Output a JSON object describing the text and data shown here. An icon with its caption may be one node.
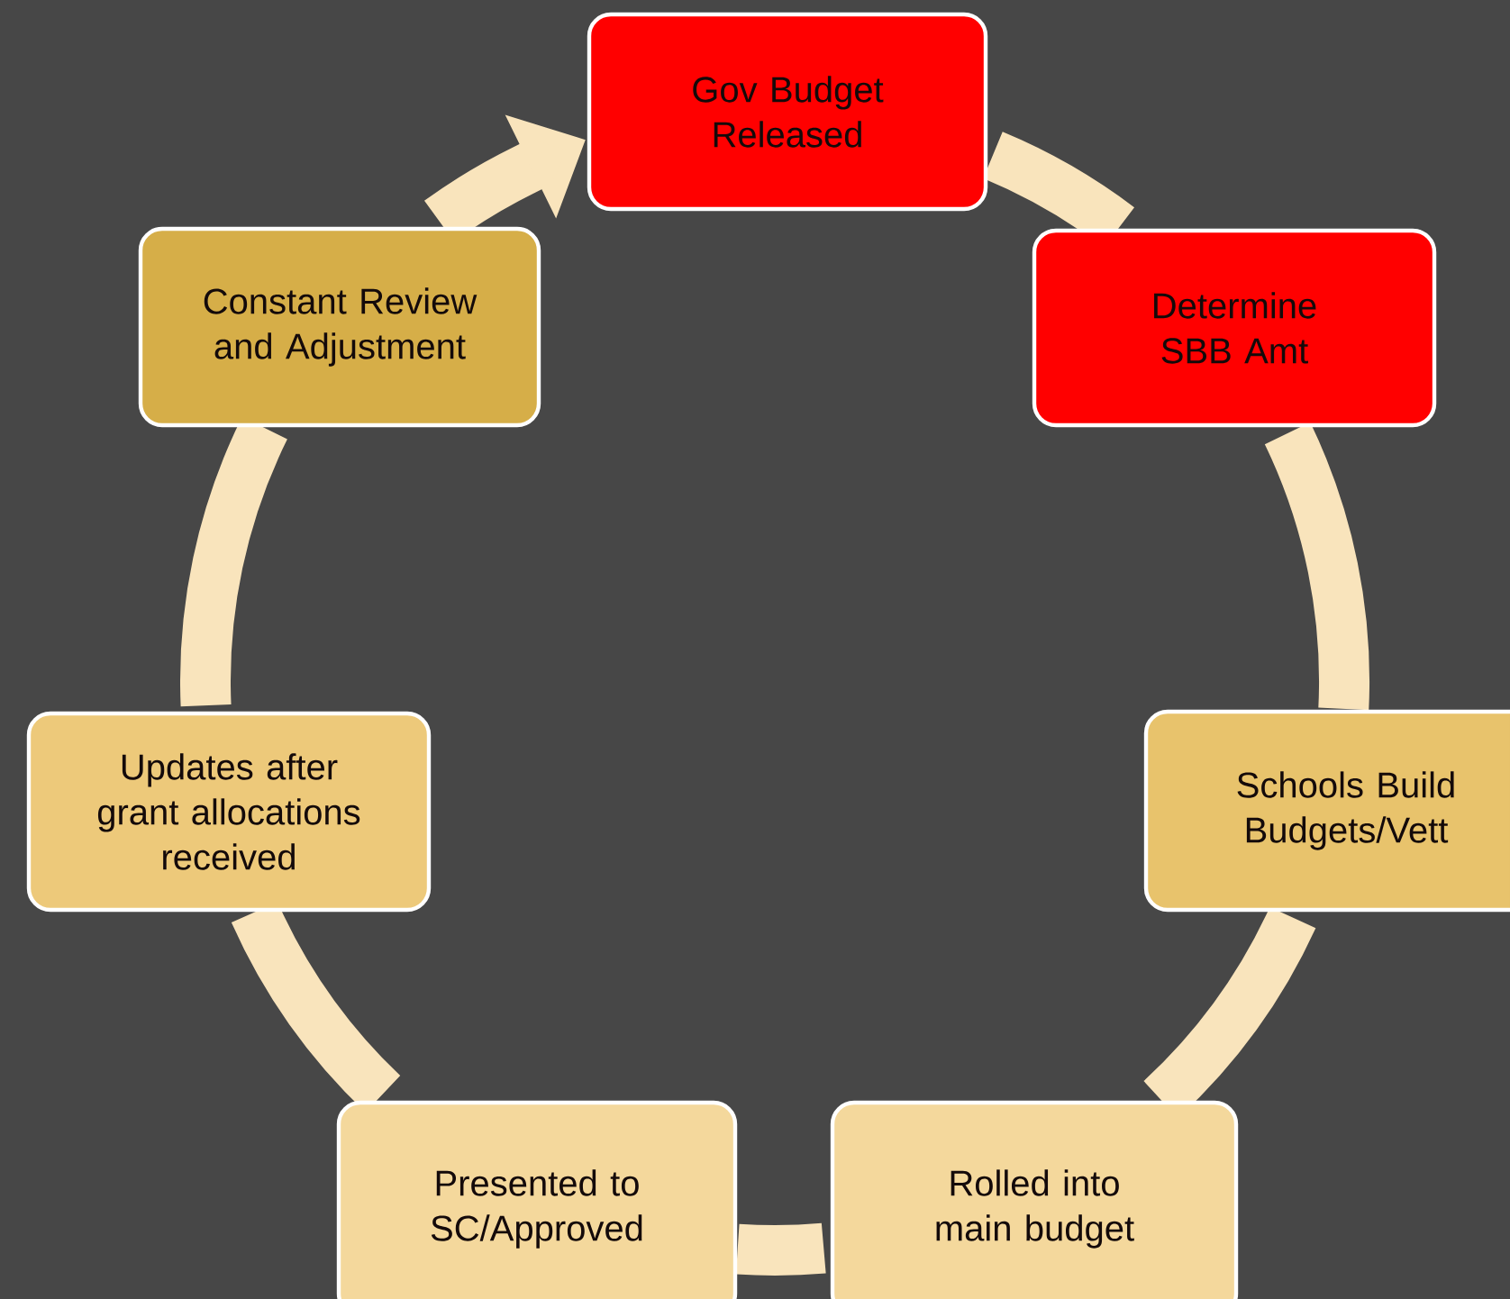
{
  "diagram": {
    "nodes": [
      {
        "text": [
          "Gov Budget Released"
        ]
      },
      {
        "text": [
          "Determine SBB Amt"
        ]
      },
      {
        "text": [
          "Schools Build Budgets/Vett"
        ]
      },
      {
        "text": [
          "Rolled into main budget"
        ]
      },
      {
        "text": [
          "Presented to SC/Approved"
        ]
      },
      {
        "text": [
          "Updates after grant allocations received"
        ]
      },
      {
        "text": [
          "Constant Review and Adjustment"
        ]
      }
    ],
    "edges": [
      {
        "from": 0,
        "to": 1,
        "arrow": "none"
      },
      {
        "from": 1,
        "to": 2,
        "arrow": "none"
      },
      {
        "from": 2,
        "to": 3,
        "arrow": "none"
      },
      {
        "from": 3,
        "to": 4,
        "arrow": "none"
      },
      {
        "from": 4,
        "to": 5,
        "arrow": "none"
      },
      {
        "from": 5,
        "to": 6,
        "arrow": "none"
      },
      {
        "from": 6,
        "to": 0,
        "arrow": "to"
      }
    ]
  }
}
